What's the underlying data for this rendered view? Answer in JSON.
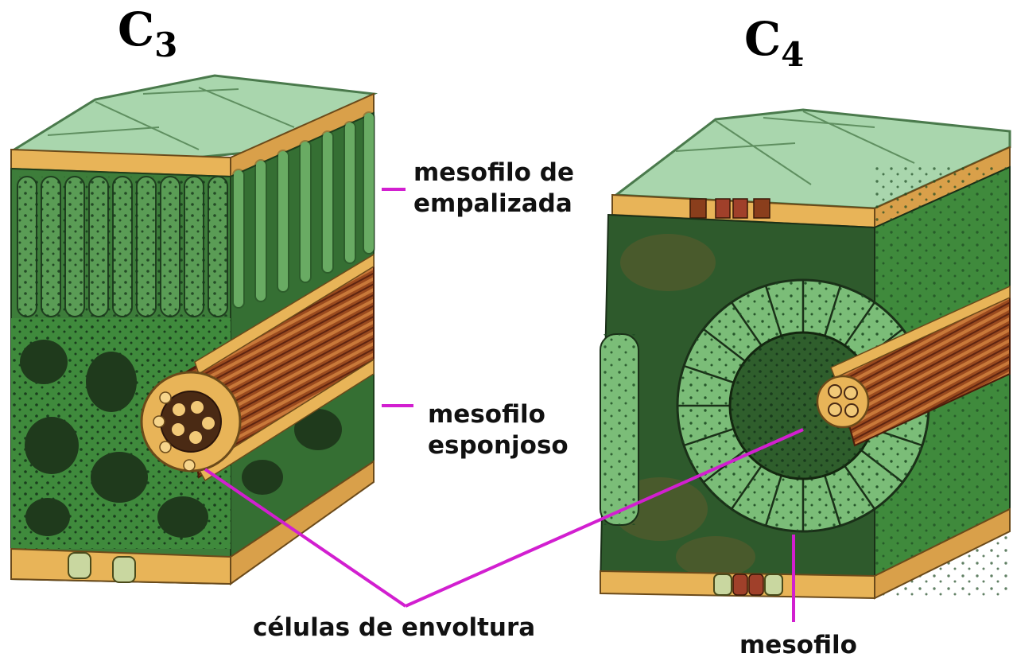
{
  "titles": {
    "left_main": "C",
    "left_sub": "3",
    "right_main": "C",
    "right_sub": "4"
  },
  "labels": {
    "palisade_line1": "mesofilo de",
    "palisade_line2": "empalizada",
    "spongy_line1": "mesofilo",
    "spongy_line2": "esponjoso",
    "bundle_sheath": "células de envoltura",
    "mesophyll": "mesofilo"
  },
  "colors": {
    "leader_lines": "#d21fd0",
    "leaf_green": "#3f8a3c",
    "light_green": "#a8d7ad",
    "dark_green": "#2c5a2a",
    "epidermis_tan": "#e8b458",
    "vein_brown": "#8a3e1c"
  }
}
